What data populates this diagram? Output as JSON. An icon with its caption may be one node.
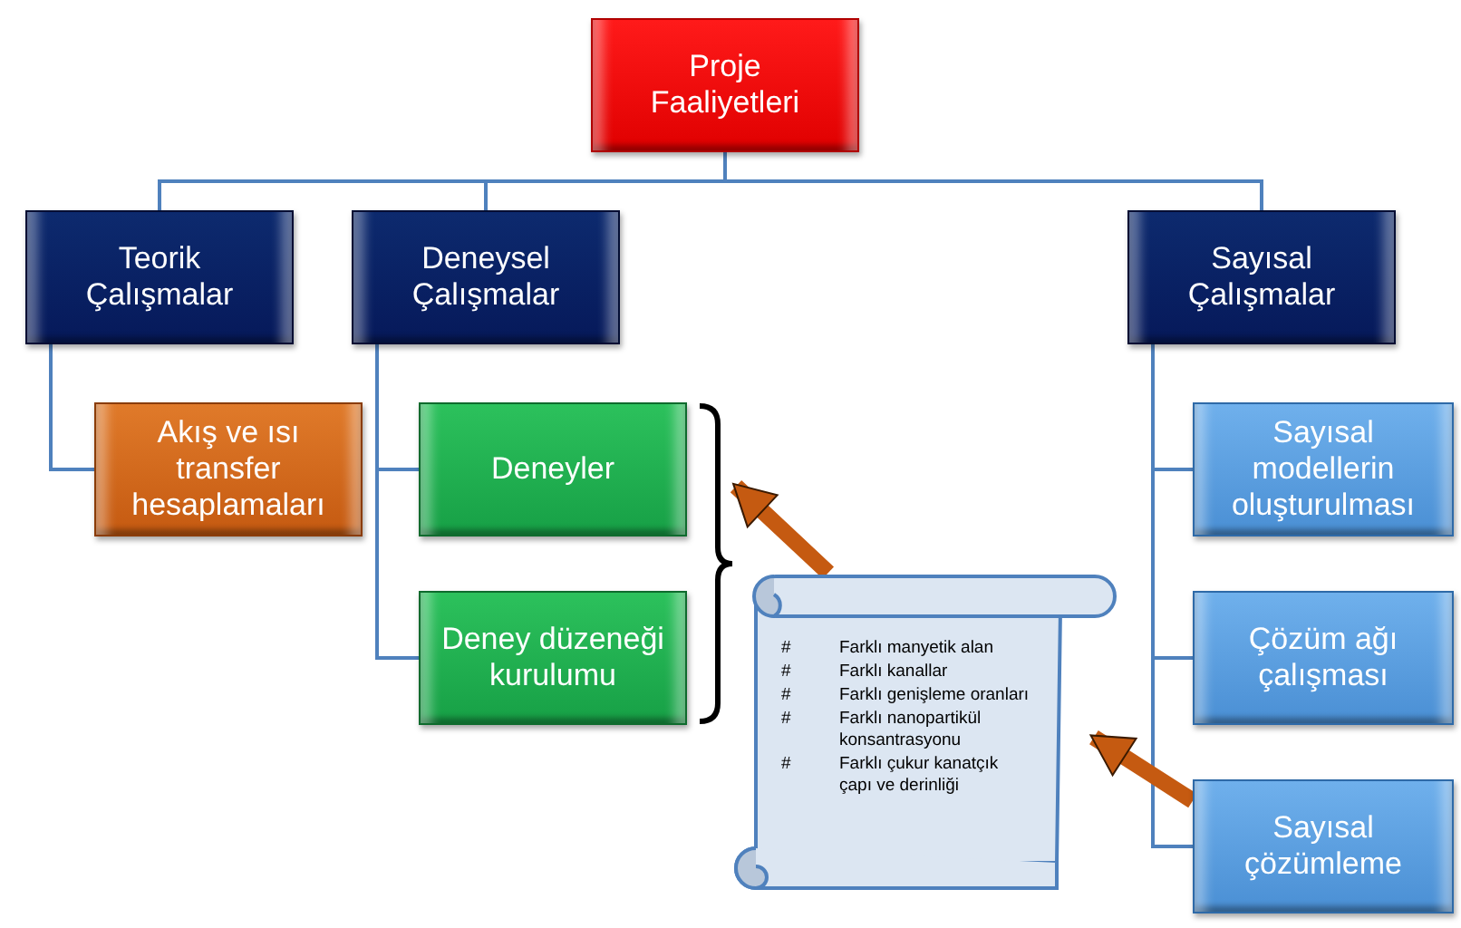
{
  "diagram": {
    "nodes": [
      {
        "text": [
          "Proje Faaliyetleri"
        ]
      },
      {
        "text": [
          "Teorik Çalışmalar"
        ]
      },
      {
        "text": [
          "Deneysel Çalışmalar"
        ]
      },
      {
        "text": [
          "Sayısal Çalışmalar"
        ]
      },
      {
        "text": [
          "Akış ve ısı transfer hesaplamaları"
        ]
      },
      {
        "text": [
          "Deneyler"
        ]
      },
      {
        "text": [
          "Deney düzeneği kurulumu"
        ]
      },
      {
        "text": [],
        "shape": "bracket"
      },
      {
        "text": [
          "#",
          "Farklı manyetik alan",
          "#",
          "Farklı kanallar",
          "#",
          "Farklı genişleme oranları",
          "#",
          "Farklı nanopartikül konsantrasyonu",
          "#",
          "Farklı çukur kanatçık çapı ve derinliği"
        ]
      },
      {
        "text": [
          "Sayısal modellerin oluşturulması"
        ]
      },
      {
        "text": [
          "Çözüm ağı çalışması"
        ]
      },
      {
        "text": [
          "Sayısal çözümleme"
        ]
      }
    ],
    "edges": [
      {
        "from": 0,
        "to": 1,
        "arrow": "none"
      },
      {
        "from": 0,
        "to": 2,
        "arrow": "none"
      },
      {
        "from": 0,
        "to": 3,
        "arrow": "none"
      },
      {
        "from": 1,
        "to": 4,
        "arrow": "none"
      },
      {
        "from": 2,
        "to": 5,
        "arrow": "none"
      },
      {
        "from": 2,
        "to": 6,
        "arrow": "none"
      },
      {
        "from": 3,
        "to": 9,
        "arrow": "none"
      },
      {
        "from": 3,
        "to": 10,
        "arrow": "none"
      },
      {
        "from": 3,
        "to": 11,
        "arrow": "none"
      },
      {
        "from": 8,
        "to": 7,
        "arrow": "to",
        "style": "thick",
        "color": "#c55a11"
      },
      {
        "from": 11,
        "to": 8,
        "arrow": "to",
        "style": "thick",
        "color": "#c55a11"
      }
    ]
  }
}
